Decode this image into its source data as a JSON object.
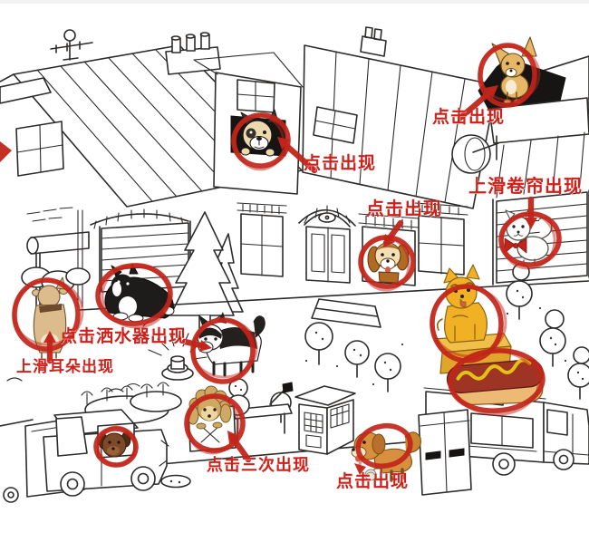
{
  "meta": {
    "accent_color": "#c1251a",
    "line_color": "#2e2c2b",
    "background_color": "#ffffff",
    "scene_type": "hidden-object walkthrough"
  },
  "hints": [
    {
      "id": "attic-window-bulldog",
      "label": "点击出现"
    },
    {
      "id": "roof-chihuahua",
      "label": "点击出现"
    },
    {
      "id": "window-beagle",
      "label": "点击出现"
    },
    {
      "id": "roller-shutter-pomeranian",
      "label": "上滑卷帘出现"
    },
    {
      "id": "sprinkler-husky",
      "label": "点击洒水器出现"
    },
    {
      "id": "door-shiba-ears",
      "label": "上滑耳朵出现"
    },
    {
      "id": "box-poodle",
      "label": "点击三次出现"
    },
    {
      "id": "street-golden-retriever",
      "label": "点击出现"
    }
  ],
  "hidden_items": [
    "french-bulldog",
    "chihuahua",
    "beagle",
    "pomeranian",
    "shiba-rear",
    "sheltie",
    "husky",
    "poodle",
    "car-window-dog",
    "golden-retriever",
    "dog-statue",
    "hot-dog"
  ]
}
